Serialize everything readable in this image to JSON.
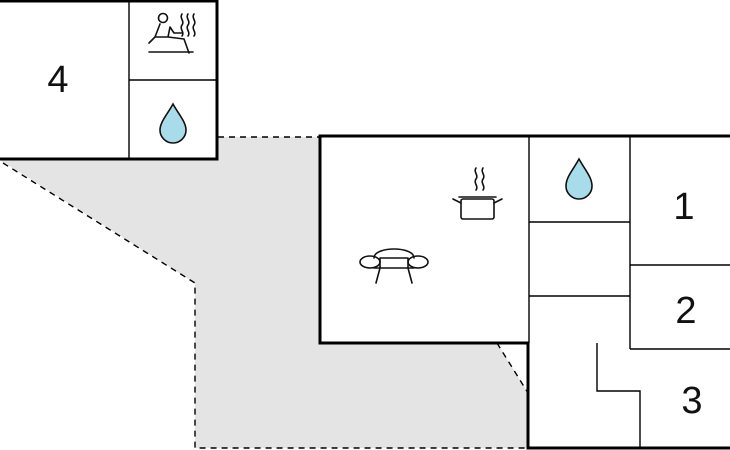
{
  "rooms": {
    "r1": "1",
    "r2": "2",
    "r3": "3",
    "r4": "4"
  },
  "icons": {
    "sauna": "sauna-icon",
    "bath_water": "water-drop-icon",
    "kitchen": "cooking-pot-icon",
    "living": "sofa-icon"
  },
  "colors": {
    "terrace": "#e4e4e4",
    "water": "#a8dcea",
    "wall": "#000000"
  }
}
